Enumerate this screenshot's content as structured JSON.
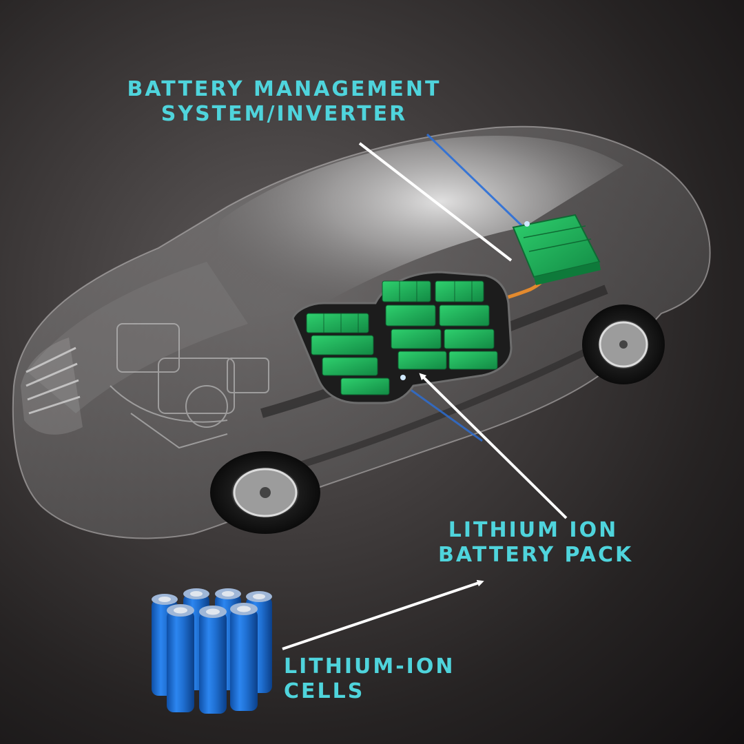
{
  "labels": {
    "bms": {
      "line1": "BATTERY MANAGEMENT",
      "line2": "SYSTEM/INVERTER"
    },
    "pack": {
      "line1": "LITHIUM ION",
      "line2": "BATTERY PACK"
    },
    "cells": {
      "line1": "LITHIUM-ION",
      "line2": "CELLS"
    }
  },
  "colors": {
    "label_text": "#4fd4dc",
    "arrow": "#ffffff",
    "battery_green": "#1fb35a",
    "cell_blue": "#1f6fd1",
    "background": "#2a2727"
  },
  "icons": {
    "bms_module": "bms-inverter-icon",
    "battery_pack": "battery-pack-icon",
    "cells": "lithium-ion-cell-icon"
  }
}
